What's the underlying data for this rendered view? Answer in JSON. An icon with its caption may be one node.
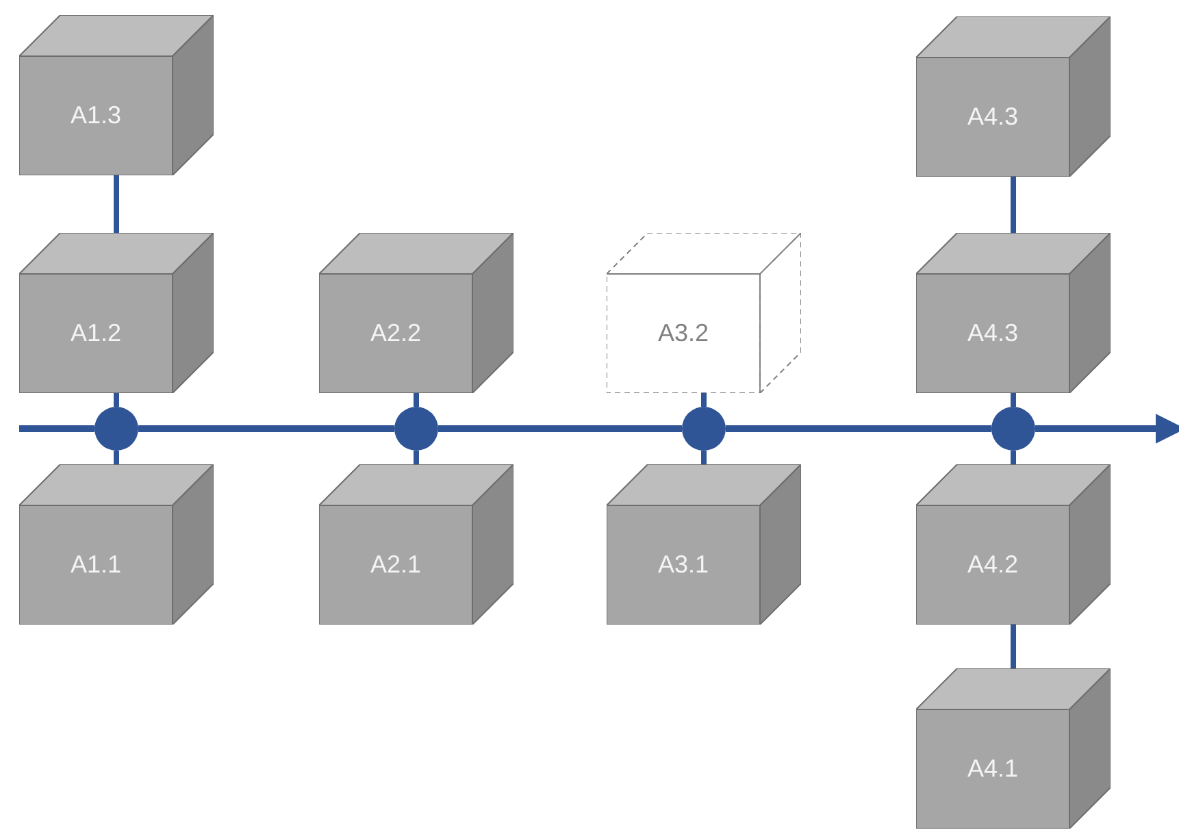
{
  "diagram": {
    "nodes": [
      {
        "text": [
          "A1.3"
        ]
      },
      {
        "text": [
          "A4.3"
        ]
      },
      {
        "text": [
          "A1.2"
        ]
      },
      {
        "text": [
          "A2.2"
        ]
      },
      {
        "text": [
          "A3.2"
        ]
      },
      {
        "text": [
          "A4.3"
        ]
      },
      {
        "text": [],
        "shape": "circle"
      },
      {
        "text": [],
        "shape": "circle"
      },
      {
        "text": [],
        "shape": "circle"
      },
      {
        "text": [],
        "shape": "circle"
      },
      {
        "text": [
          "A1.1"
        ]
      },
      {
        "text": [
          "A2.1"
        ]
      },
      {
        "text": [
          "A3.1"
        ]
      },
      {
        "text": [
          "A4.2"
        ]
      },
      {
        "text": [
          "A4.1"
        ]
      }
    ],
    "edges": [
      {
        "from": null,
        "to": 6,
        "arrow": "none"
      },
      {
        "from": 6,
        "to": 7,
        "arrow": "none"
      },
      {
        "from": 7,
        "to": 8,
        "arrow": "none"
      },
      {
        "from": 8,
        "to": 9,
        "arrow": "none"
      },
      {
        "from": 9,
        "to": null,
        "arrow": "to"
      },
      {
        "from": 2,
        "to": 6,
        "arrow": "none"
      },
      {
        "from": 6,
        "to": 10,
        "arrow": "none"
      },
      {
        "from": 0,
        "to": 2,
        "arrow": "none"
      },
      {
        "from": 3,
        "to": 7,
        "arrow": "none"
      },
      {
        "from": 7,
        "to": 11,
        "arrow": "none"
      },
      {
        "from": 4,
        "to": 8,
        "arrow": "none"
      },
      {
        "from": 8,
        "to": 12,
        "arrow": "none"
      },
      {
        "from": 5,
        "to": 9,
        "arrow": "none"
      },
      {
        "from": 9,
        "to": 13,
        "arrow": "none"
      },
      {
        "from": 1,
        "to": 5,
        "arrow": "none"
      },
      {
        "from": 13,
        "to": 14,
        "arrow": "none"
      }
    ]
  }
}
